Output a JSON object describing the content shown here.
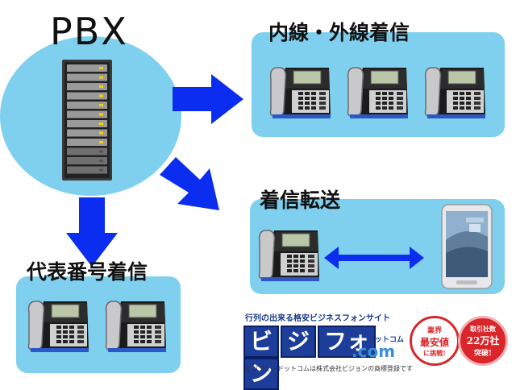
{
  "pbx": {
    "label": "PBX",
    "icon": "server-rack-icon"
  },
  "groups": {
    "internal": {
      "title": "内線・外線着信",
      "phone_count": 3
    },
    "transfer": {
      "title": "着信転送"
    },
    "rep": {
      "title": "代表番号着信",
      "phone_count": 2
    }
  },
  "colors": {
    "panel": "#7fd0ee",
    "arrow": "#0a2df0",
    "logo": "#1d3d9a",
    "badge": "#d8262a"
  },
  "logo": {
    "tagline": "行列の出来る格安ビジネスフォンサイト",
    "blocks": [
      "ビ",
      "ジ",
      "フォ",
      "ン"
    ],
    "dotcom": ".com",
    "dotcom_kana": "ドットコム",
    "footer": "ビジフォンドットコムは株式会社ビジョンの商標登録です"
  },
  "badges": [
    {
      "lines": [
        "業界",
        "最安値",
        "に挑戦!"
      ]
    },
    {
      "lines": [
        "取引社数",
        "22万社",
        "突破!"
      ]
    }
  ]
}
